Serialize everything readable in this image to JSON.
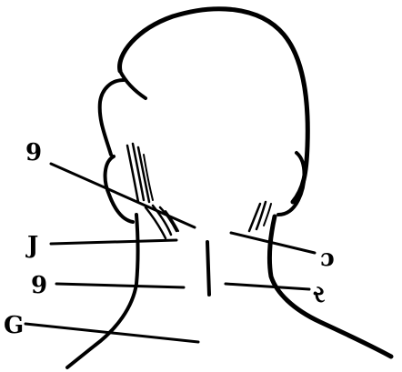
{
  "figure": {
    "ink_color": "#000000",
    "background_color": "#ffffff",
    "labels": {
      "upper_left": "9",
      "left_upper": "J",
      "left_middle": "9",
      "left_lower": "G",
      "right_upper": "ɔ",
      "right_lower": "ર"
    }
  }
}
